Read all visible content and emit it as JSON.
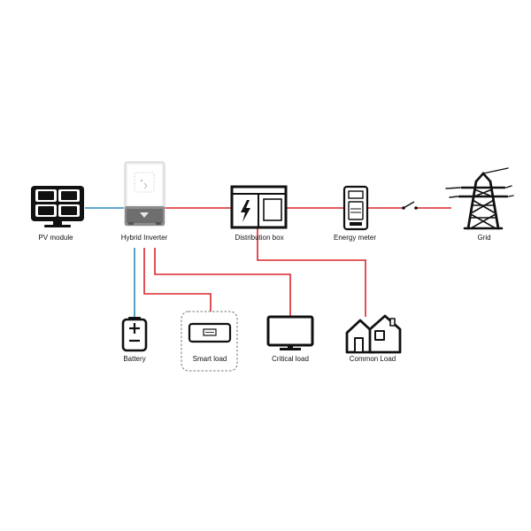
{
  "labels": {
    "pv_module": "PV module",
    "hybrid_inverter": "Hybrid Inverter",
    "distribution_box": "Distribution box",
    "energy_meter": "Energy meter",
    "grid": "Grid",
    "battery": "Battery",
    "smart_load": "Smart load",
    "critical_load": "Critical load",
    "common_load": "Common Load"
  },
  "colors": {
    "ac_wire": "#d9262c",
    "dc_wire": "#2a8bbf",
    "icon": "#111111"
  },
  "icons": {
    "pv_module": "solar-panel-icon",
    "hybrid_inverter": "inverter-icon",
    "distribution_box": "distribution-box-icon",
    "energy_meter": "energy-meter-icon",
    "switch": "switch-icon",
    "grid": "transmission-tower-icon",
    "battery": "battery-icon",
    "smart_load": "smart-load-icon",
    "critical_load": "monitor-icon",
    "common_load": "houses-icon"
  }
}
